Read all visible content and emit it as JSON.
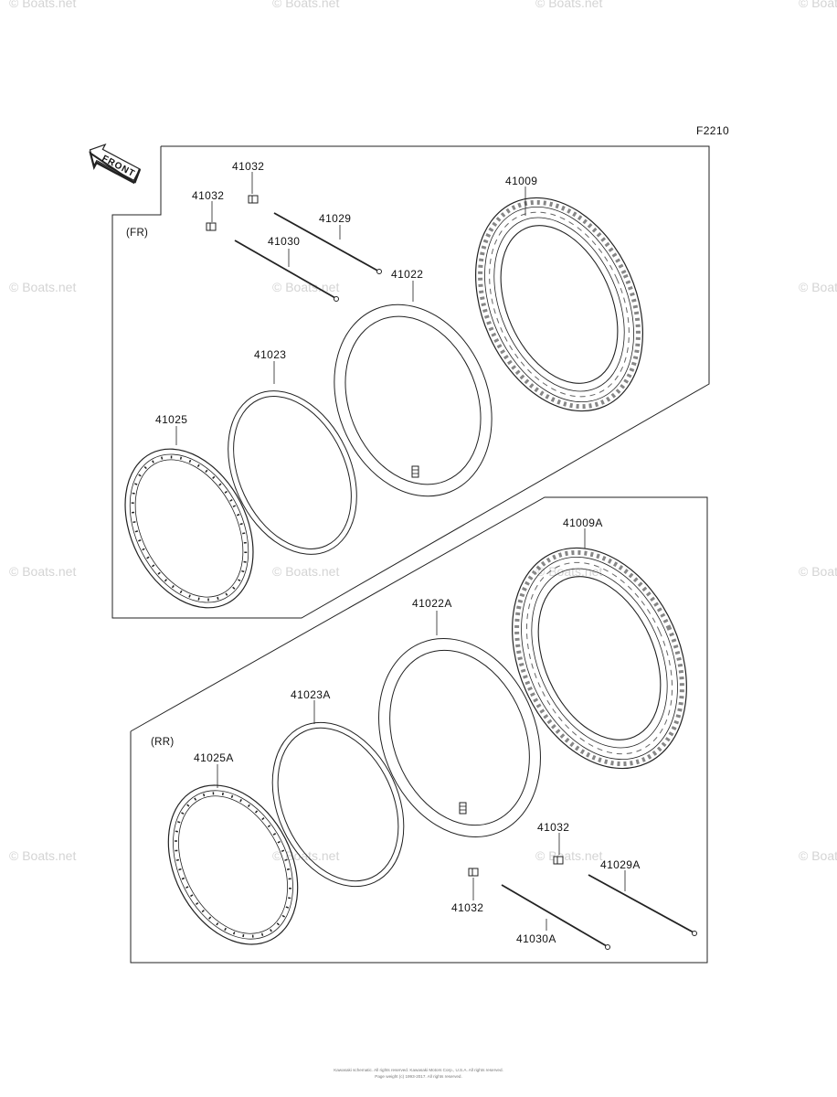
{
  "figure_code": "F2210",
  "front_arrow_label": "FRONT",
  "sections": {
    "front": "(FR)",
    "rear": "(RR)"
  },
  "parts_front": {
    "tire": "41009",
    "tube": "41022",
    "rim_band": "41023",
    "rim": "41025",
    "spoke_long": "41029",
    "spoke_short": "41030",
    "nipple_a": "41032",
    "nipple_b": "41032"
  },
  "parts_rear": {
    "tire": "41009A",
    "tube": "41022A",
    "rim_band": "41023A",
    "rim": "41025A",
    "spoke_long": "41029A",
    "spoke_short": "41030A",
    "nipple_a": "41032",
    "nipple_b": "41032"
  },
  "watermark": "© Boats.net",
  "footer": {
    "line1": "Kawasaki schematic. All rights reserved. Kawasaki Motors Corp., U.S.A. All rights reserved.",
    "line2": "Page weight (c) 1993-2017. All rights reserved."
  }
}
